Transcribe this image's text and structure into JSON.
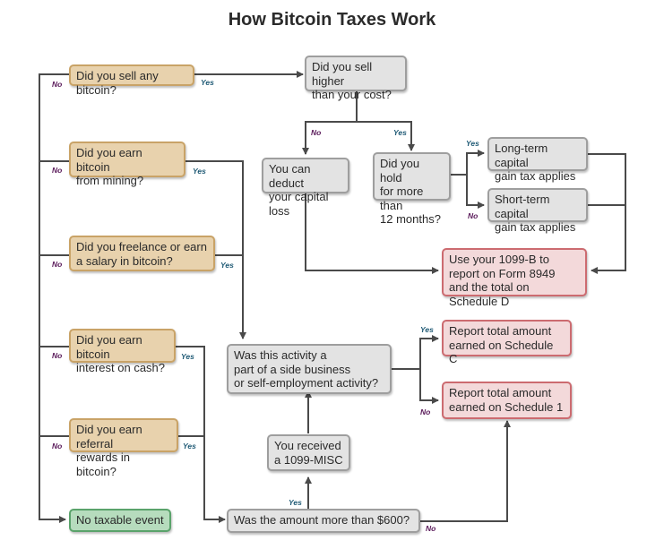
{
  "title": "How Bitcoin Taxes Work",
  "nodes": {
    "sell_any": "Did you sell any bitcoin?",
    "sell_higher": "Did you sell higher\nthan your cost?",
    "mining": "Did you earn bitcoin\nfrom mining?",
    "deduct_loss": "You can deduct\nyour capital loss",
    "hold_12": "Did you hold\nfor more than\n12 months?",
    "long_term": "Long-term capital\ngain tax applies",
    "short_term": "Short-term capital\ngain tax applies",
    "freelance": "Did you freelance or earn\na salary in bitcoin?",
    "form_8949": "Use your 1099-B to\nreport on Form 8949\nand the total on Schedule D",
    "interest": "Did you earn bitcoin\ninterest on cash?",
    "schedule_c": "Report total amount\nearned on Schedule C",
    "side_business": "Was this activity a\npart of a side business\nor self-employment activity?",
    "schedule_1": "Report total amount\nearned on Schedule 1",
    "referral": "Did you earn referral\nrewards in bitcoin?",
    "misc_1099": "You received\na 1099-MISC",
    "no_taxable": "No taxable event",
    "over_600": "Was the amount more than $600?"
  },
  "labels": {
    "yes": "Yes",
    "no": "No"
  },
  "colors": {
    "question_fill": "#e8d2ad",
    "question_border": "#c9a367",
    "neutral_fill": "#e3e3e3",
    "report_fill": "#f3d9da",
    "report_border": "#cc6b70",
    "safe_fill": "#b6dcbd",
    "safe_border": "#5aa36b",
    "yes_label": "#1f5a75",
    "no_label": "#5a1a5a",
    "connector": "#4a4a4a"
  }
}
